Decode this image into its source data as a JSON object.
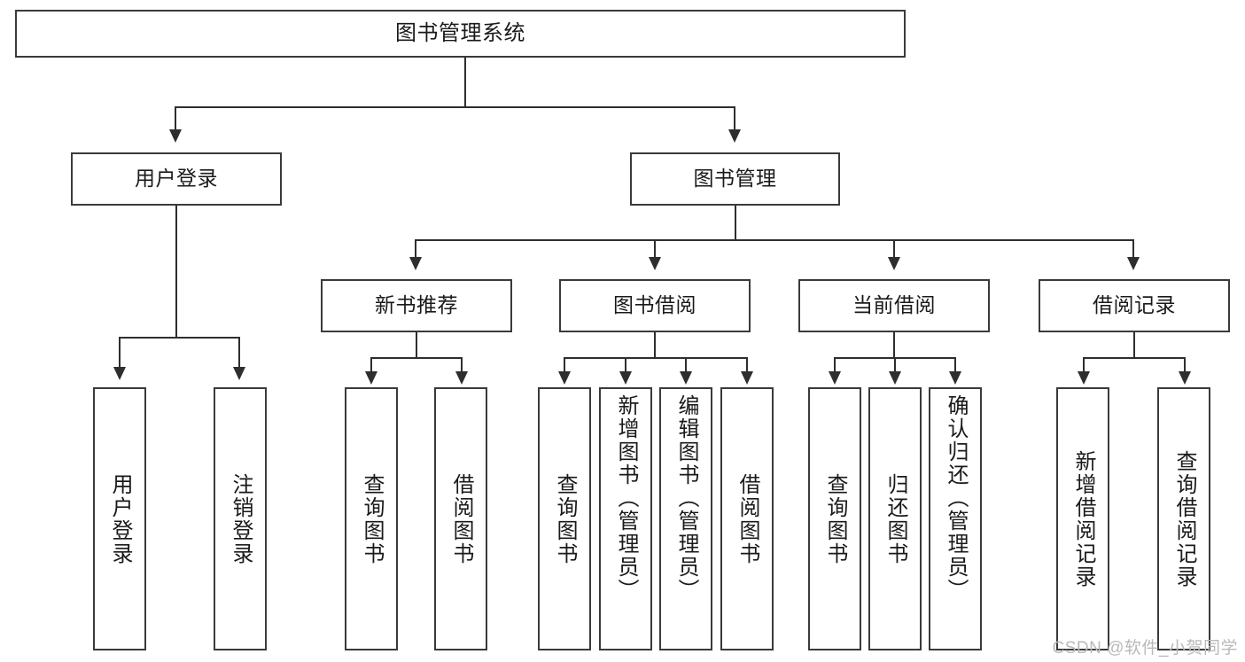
{
  "diagram": {
    "title": "图书管理系统",
    "type": "功能结构图",
    "watermark": "CSDN @软件_小贺同学",
    "colors": {
      "box_border": "#3a3a3a",
      "line": "#2e2e2e",
      "text": "#1a1a1a",
      "background": "#ffffff",
      "watermark": "#b9b9b9"
    },
    "root": {
      "label": "图书管理系统"
    },
    "level2": [
      {
        "label": "用户登录"
      },
      {
        "label": "图书管理"
      }
    ],
    "level3": [
      {
        "label": "新书推荐"
      },
      {
        "label": "图书借阅"
      },
      {
        "label": "当前借阅"
      },
      {
        "label": "借阅记录"
      }
    ],
    "leaves": {
      "user_login": [
        {
          "label": "用户登录"
        },
        {
          "label": "注销登录"
        }
      ],
      "new_book": [
        {
          "label": "查询图书"
        },
        {
          "label": "借阅图书"
        }
      ],
      "book_borrow": [
        {
          "label": "查询图书"
        },
        {
          "label": "新增图书（管理员）"
        },
        {
          "label": "编辑图书（管理员）"
        },
        {
          "label": "借阅图书"
        }
      ],
      "current_borrow": [
        {
          "label": "查询图书"
        },
        {
          "label": "归还图书"
        },
        {
          "label": "确认归还（管理员）"
        }
      ],
      "borrow_record": [
        {
          "label": "新增借阅记录"
        },
        {
          "label": "查询借阅记录"
        }
      ]
    }
  }
}
